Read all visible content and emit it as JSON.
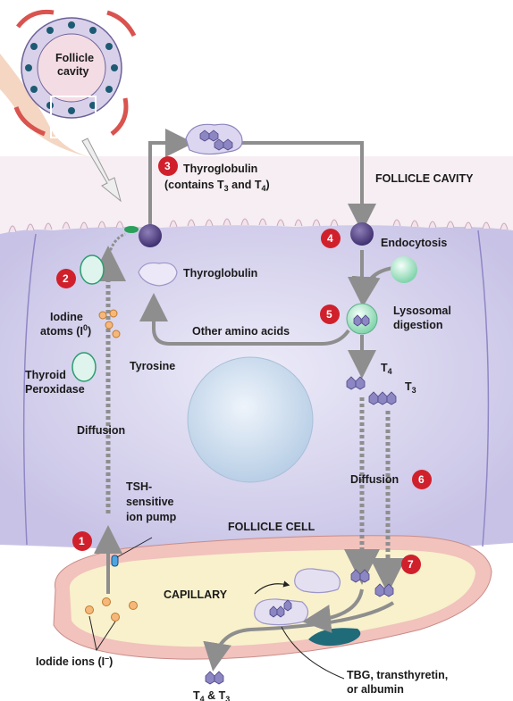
{
  "labels": {
    "follicle_cavity_inset": [
      "Follicle",
      "cavity"
    ],
    "thyroglobulin_top_1": "Thyroglobulin",
    "thyroglobulin_top_2": "(contains T",
    "thyroglobulin_top_sub3": "3",
    "thyroglobulin_top_and": " and T",
    "thyroglobulin_top_sub4": "4",
    "thyroglobulin_top_close": ")",
    "follicle_cavity": "FOLLICLE CAVITY",
    "endocytosis": "Endocytosis",
    "thyroglobulin_cell": "Thyroglobulin",
    "iodine_atoms_1": "Iodine",
    "iodine_atoms_2": "atoms (I",
    "iodine_atoms_sup": "0",
    "iodine_atoms_close": ")",
    "lysosomal": "Lysosomal",
    "digestion": "digestion",
    "other_amino_acids": "Other amino acids",
    "thyroid_peroxidase_1": "Thyroid",
    "thyroid_peroxidase_2": "Peroxidase",
    "tyrosine": "Tyrosine",
    "t4_label": "T",
    "t4_sub": "4",
    "t3_label": "T",
    "t3_sub": "3",
    "diffusion_left": "Diffusion",
    "diffusion_right": "Diffusion",
    "tsh_1": "TSH-",
    "tsh_2": "sensitive",
    "tsh_3": "ion pump",
    "follicle_cell": "FOLLICLE CELL",
    "capillary": "CAPILLARY",
    "iodide_ions": "Iodide ions (I",
    "iodide_sup": "–",
    "iodide_close": ")",
    "tbg_1": "TBG, transthyretin,",
    "tbg_2": "or albumin",
    "t4t3_bottom_a": "T",
    "t4t3_bottom_sub4": "4",
    "t4t3_bottom_mid": " & T",
    "t4t3_bottom_sub3": "3"
  },
  "steps": [
    "1",
    "2",
    "3",
    "4",
    "5",
    "6",
    "7"
  ],
  "colors": {
    "cell": "#d9d6ee",
    "cell_top": "#f3e3ec",
    "capillary_wall": "#f2c2bd",
    "plasma": "#f8f1cc",
    "arrow": "#8e8e8e",
    "step_badge": "#d0202c",
    "hormone": "#8c86c3",
    "peroxidase": "#dff4ec"
  }
}
